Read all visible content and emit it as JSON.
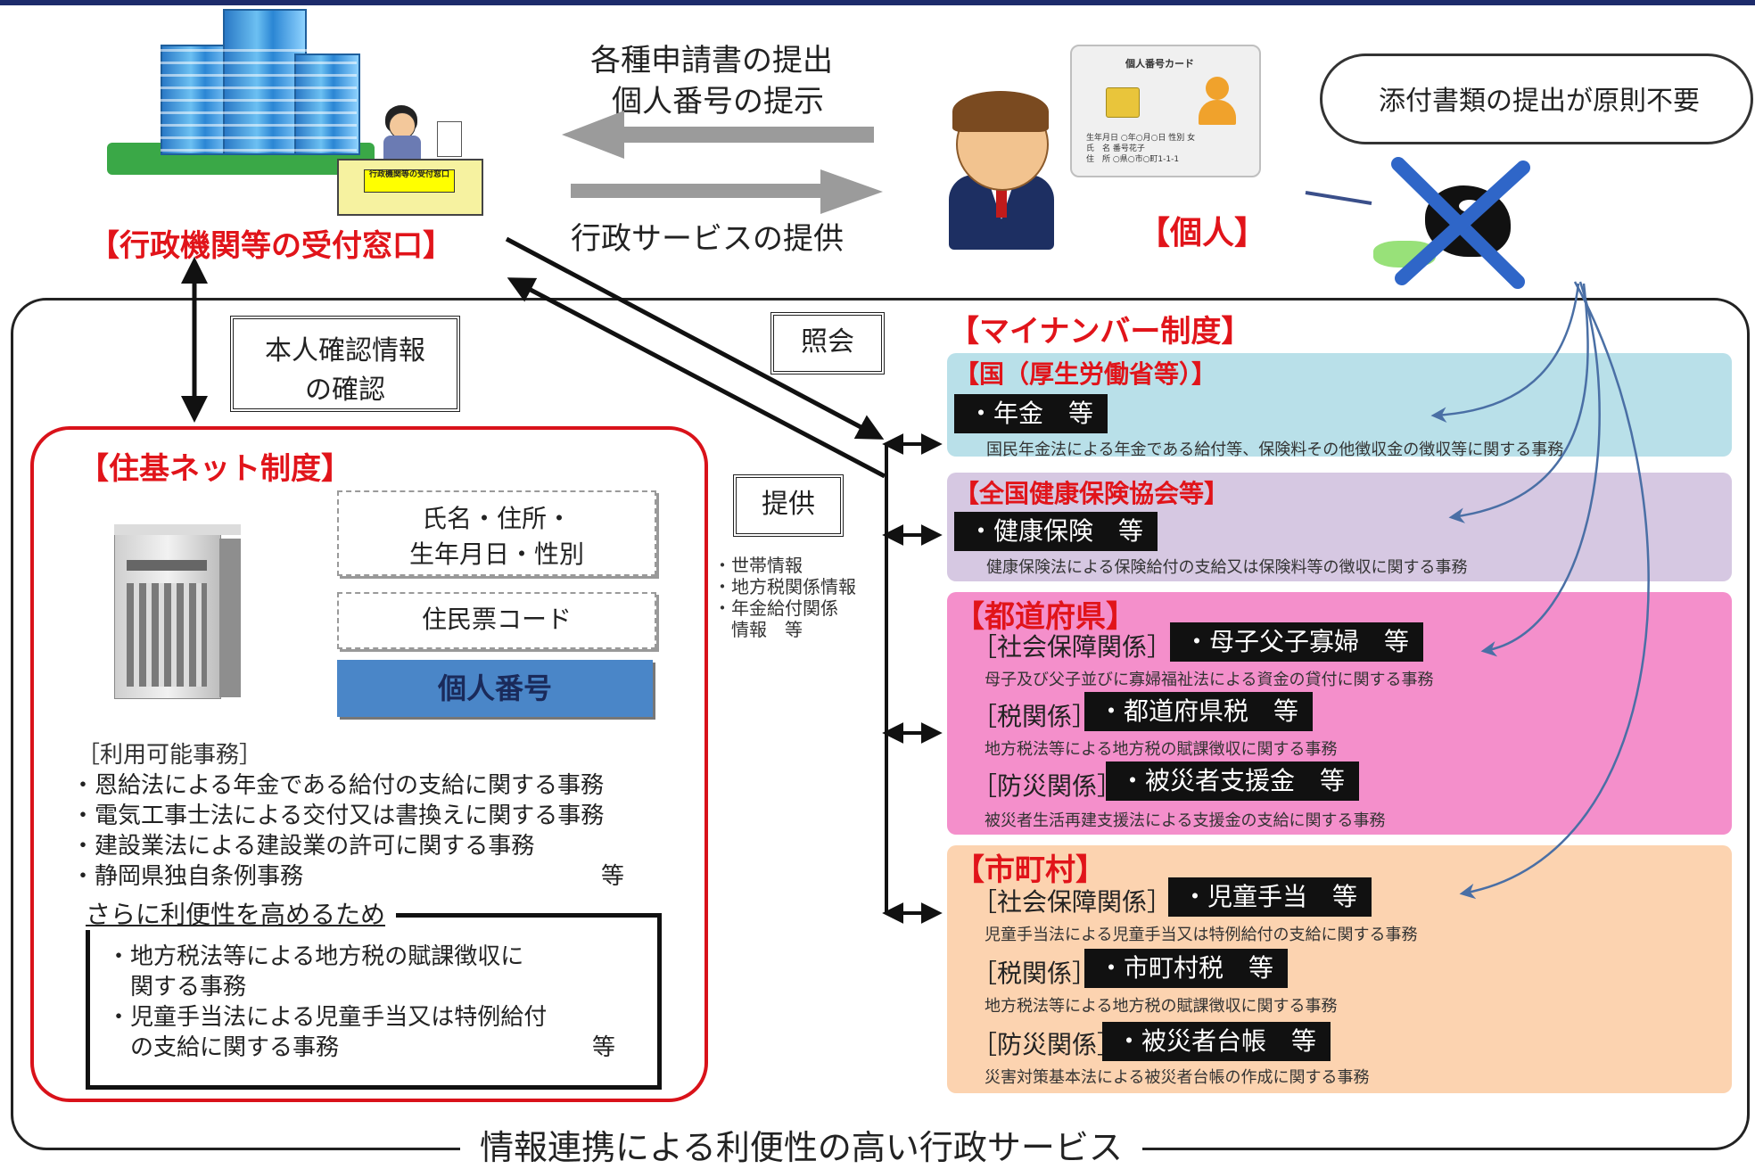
{
  "top": {
    "arrow_top_line1": "各種申請書の提出",
    "arrow_top_line2": "個人番号の提示",
    "arrow_bottom": "行政サービスの提供",
    "office_label": "【行政機関等の受付窓口】",
    "desk_sign": "行政機関等の受付窓口",
    "person_label": "【個人】",
    "cloud_text": "添付書類の提出が原則不要"
  },
  "card": {
    "title": "個人番号カード",
    "lines": [
      "生年月日 ○年○月○日 性別 女",
      "氏　名 番号花子",
      "住　所 ○県○市○町1-1-1"
    ]
  },
  "links": {
    "verify": [
      "本人確認情報",
      "の確認"
    ],
    "inquiry": "照会",
    "provide": "提供",
    "provided_items": [
      "・世帯情報",
      "・地方税関係情報",
      "・年金給付関係",
      "　情報　等"
    ]
  },
  "juki": {
    "title": "【住基ネット制度】",
    "box1": [
      "氏名・住所・",
      "生年月日・性別"
    ],
    "box2": "住民票コード",
    "box3": "個人番号",
    "usable_heading": "［利用可能事務］",
    "usable": [
      "・恩給法による年金である給付の支給に関する事務",
      "・電気工事士法による交付又は書換えに関する事務",
      "・建設業法による建設業の許可に関する事務",
      "・静岡県独自条例事務"
    ],
    "usable_etc": "等",
    "improve_heading": "さらに利便性を高めるため",
    "improve": [
      "・地方税法等による地方税の賦課徴収に",
      "　関する事務",
      "・児童手当法による児童手当又は特例給付",
      "　の支給に関する事務"
    ],
    "improve_etc": "等"
  },
  "mynumber": {
    "title": "【マイナンバー制度】",
    "kuni": {
      "title": "【国（厚生労働省等）】",
      "tag": "・年金　等",
      "note": "国民年金法による年金である給付等、保険料その他徴収金の徴収等に関する事務"
    },
    "kyokai": {
      "title": "【全国健康保険協会等】",
      "tag": "・健康保険　等",
      "note": "健康保険法による保険給付の支給又は保険料等の徴収に関する事務"
    },
    "pref": {
      "title": "【都道府県】",
      "rows": [
        {
          "cat": "［社会保障関係］",
          "tag": "・母子父子寡婦　等",
          "note": "母子及び父子並びに寡婦福祉法による資金の貸付に関する事務"
        },
        {
          "cat": "［税関係］",
          "tag": "・都道府県税　等",
          "note": "地方税法等による地方税の賦課徴収に関する事務"
        },
        {
          "cat": "［防災関係］",
          "tag": "・被災者支援金　等",
          "note": "被災者生活再建支援法による支援金の支給に関する事務"
        }
      ]
    },
    "city": {
      "title": "【市町村】",
      "rows": [
        {
          "cat": "［社会保障関係］",
          "tag": "・児童手当　等",
          "note": "児童手当法による児童手当又は特例給付の支給に関する事務"
        },
        {
          "cat": "［税関係］",
          "tag": "・市町村税　等",
          "note": "地方税法等による地方税の賦課徴収に関する事務"
        },
        {
          "cat": "［防災関係］",
          "tag": "・被災者台帳　等",
          "note": "災害対策基本法による被災者台帳の作成に関する事務"
        }
      ]
    }
  },
  "bottom_title": "情報連携による利便性の高い行政サービス",
  "colors": {
    "red": "#e1141a",
    "blue_panel": "#b9e0e9",
    "purple_panel": "#d6c8e2",
    "pink_panel": "#f48fcb",
    "orange_panel": "#fcd3b0",
    "id_box": "#4a86c8"
  }
}
